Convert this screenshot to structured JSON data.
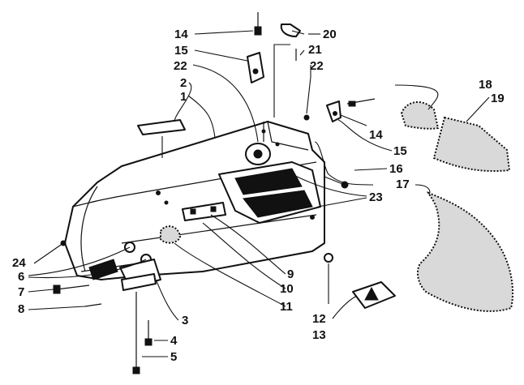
{
  "callouts": [
    {
      "id": "c14a",
      "text": "14"
    },
    {
      "id": "c15a",
      "text": "15"
    },
    {
      "id": "c22a",
      "text": "22"
    },
    {
      "id": "c2",
      "text": "2"
    },
    {
      "id": "c1",
      "text": "1"
    },
    {
      "id": "c20",
      "text": "20"
    },
    {
      "id": "c21",
      "text": "21"
    },
    {
      "id": "c22b",
      "text": "22"
    },
    {
      "id": "c18",
      "text": "18"
    },
    {
      "id": "c19",
      "text": "19"
    },
    {
      "id": "c14b",
      "text": "14"
    },
    {
      "id": "c15b",
      "text": "15"
    },
    {
      "id": "c16",
      "text": "16"
    },
    {
      "id": "c17",
      "text": "17"
    },
    {
      "id": "c23",
      "text": "23"
    },
    {
      "id": "c24",
      "text": "24"
    },
    {
      "id": "c6",
      "text": "6"
    },
    {
      "id": "c7",
      "text": "7"
    },
    {
      "id": "c8",
      "text": "8"
    },
    {
      "id": "c9",
      "text": "9"
    },
    {
      "id": "c10",
      "text": "10"
    },
    {
      "id": "c11",
      "text": "11"
    },
    {
      "id": "c12",
      "text": "12"
    },
    {
      "id": "c13",
      "text": "13"
    },
    {
      "id": "c3",
      "text": "3"
    },
    {
      "id": "c4",
      "text": "4"
    },
    {
      "id": "c5",
      "text": "5"
    }
  ]
}
